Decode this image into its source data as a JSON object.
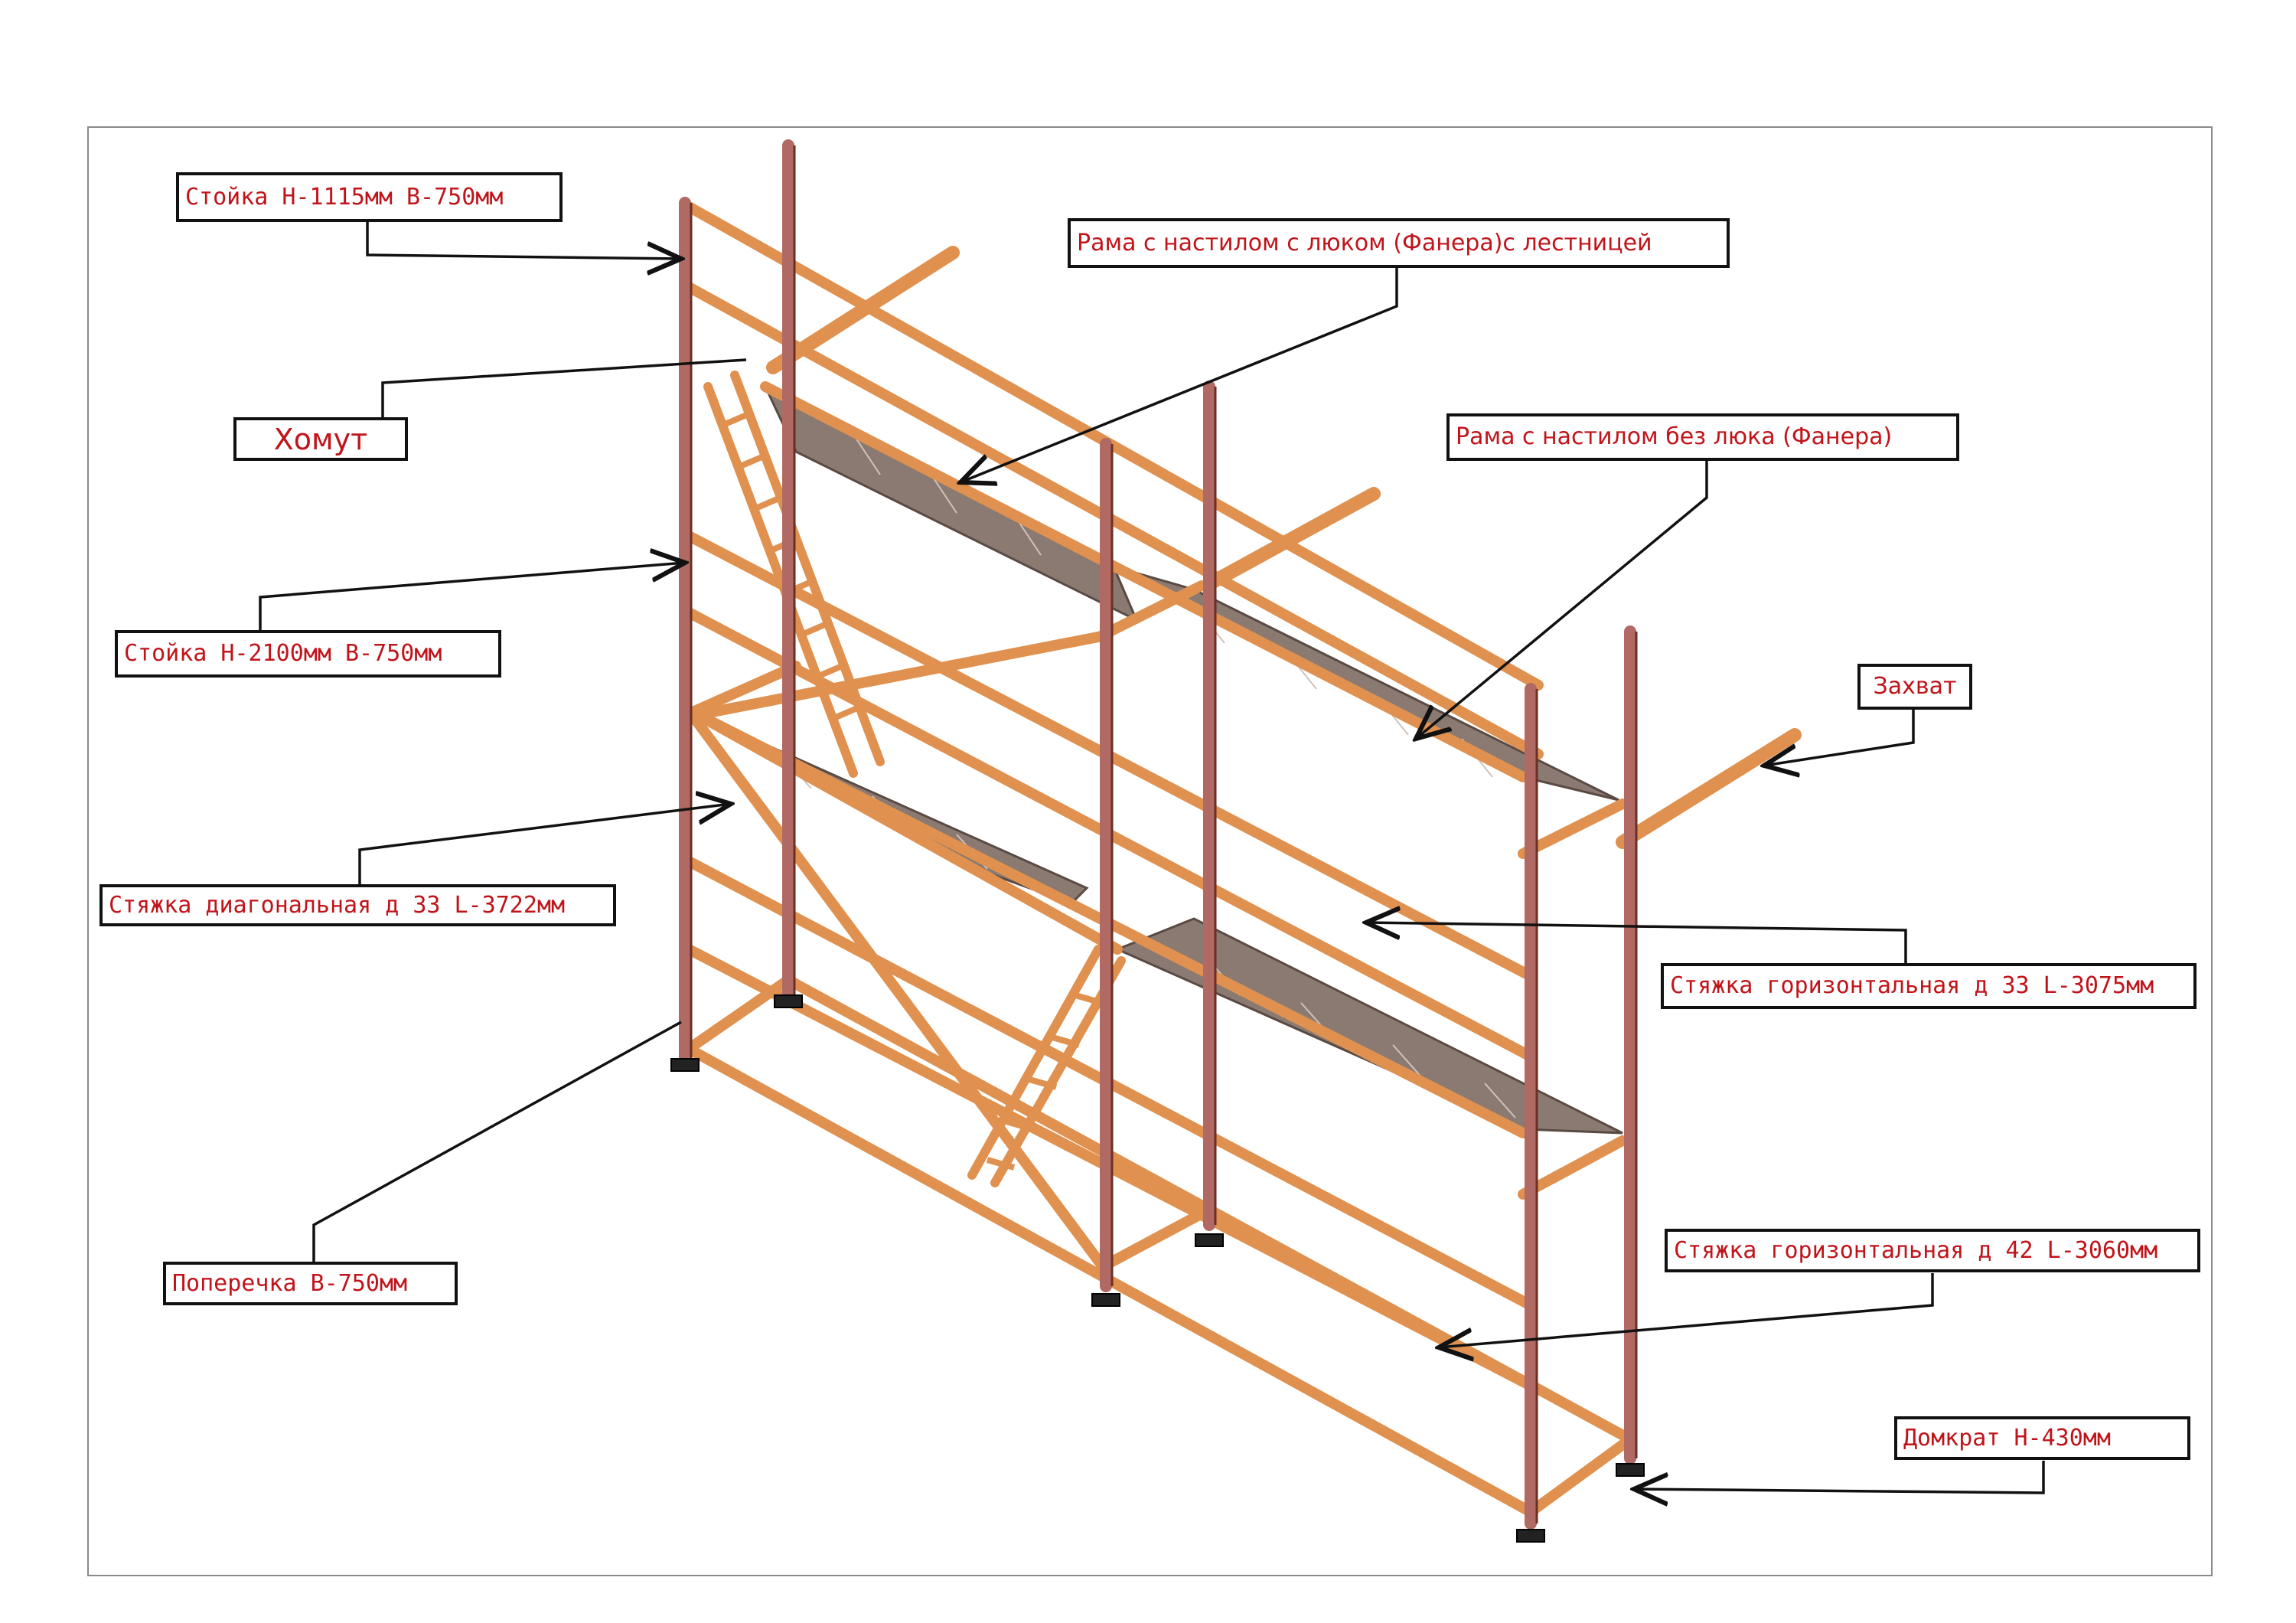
{
  "labels": {
    "stand_1115": "Стойка  Н-1115мм  В-750мм",
    "frame_hatch": "Рама  с  настилом  с  люком  (Фанера)с  лестницей",
    "clamp": "Хомут",
    "frame_no_hatch": "Рама  с  настилом  без  люка  (Фанера)",
    "stand_2100": "Стойка  Н-2100мм  В-750мм",
    "grip": "Захват",
    "diag_brace": "Стяжка  диагональная  д  33  L-3722мм",
    "horiz_brace_33": "Стяжка  горизонтальная  д  33  L-3075мм",
    "crossbar": "Поперечка  В-750мм",
    "horiz_brace_42": "Стяжка  горизонтальная  д  42  L-3060мм",
    "jack": "Домкрат  Н-430мм"
  },
  "colors": {
    "tube": "#e0914f",
    "tube_edge": "#7a3d1a",
    "post": "#b06a63",
    "deck": "#8a7a72",
    "label_text": "#c0141a",
    "line": "#111111"
  }
}
